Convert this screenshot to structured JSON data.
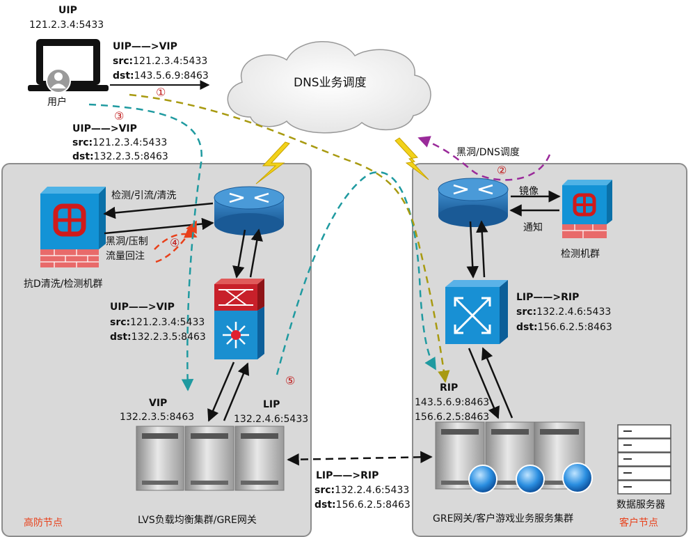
{
  "user": {
    "uip_title": "UIP",
    "uip_addr": "121.2.3.4:5433",
    "label": "用户"
  },
  "flow1": {
    "title": "UIP——>VIP",
    "src_key": "src:",
    "src_val": "121.2.3.4:5433",
    "dst_key": "dst:",
    "dst_val": "143.5.6.9:8463",
    "marker": "①"
  },
  "dns": {
    "label": "DNS业务调度"
  },
  "flow3": {
    "title": "UIP——>VIP",
    "src_key": "src:",
    "src_val": "121.2.3.4:5433",
    "dst_key": "dst:",
    "dst_val": "132.2.3.5:8463",
    "marker": "③"
  },
  "flow2": {
    "label": "黑洞/DNS调度",
    "marker": "②"
  },
  "left_zone": {
    "name": "高防节点",
    "arrow_detect": "检测/引流/清洗",
    "arrow_reinject_line1": "黑洞/压制",
    "arrow_reinject_line2": "流量回注",
    "marker4": "④",
    "firewall_label": "抗D清洗/检测机群",
    "flow_inner": {
      "title": "UIP——>VIP",
      "src_key": "src:",
      "src_val": "121.2.3.4:5433",
      "dst_key": "dst:",
      "dst_val": "132.2.3.5:8463"
    },
    "vip_title": "VIP",
    "vip_addr": "132.2.3.5:8463",
    "lip_title": "LIP",
    "lip_addr": "132.2.4.6:5433",
    "marker5": "⑤",
    "cluster_label": "LVS负载均衡集群/GRE网关"
  },
  "right_zone": {
    "name": "客户节点",
    "mirror": "镜像",
    "notify": "通知",
    "detect_label": "检测机群",
    "flow_lip": {
      "title": "LIP——>RIP",
      "src_key": "src:",
      "src_val": "132.2.4.6:5433",
      "dst_key": "dst:",
      "dst_val": "156.6.2.5:8463"
    },
    "rip_title": "RIP",
    "rip_addr1": "143.5.6.9:8463",
    "rip_addr2": "156.6.2.5:8463",
    "cluster_label": "GRE网关/客户游戏业务服务集群",
    "db_label": "数据服务器"
  },
  "tunnel": {
    "title": "LIP——>RIP",
    "src_key": "src:",
    "src_val": "132.2.4.6:5433",
    "dst_key": "dst:",
    "dst_val": "156.6.2.5:8463"
  },
  "colors": {
    "teal": "#1f9aa0",
    "olive": "#a89a10",
    "purple": "#9a2a9a",
    "red": "#e8401a",
    "zone_bg": "#d9d9d9"
  }
}
